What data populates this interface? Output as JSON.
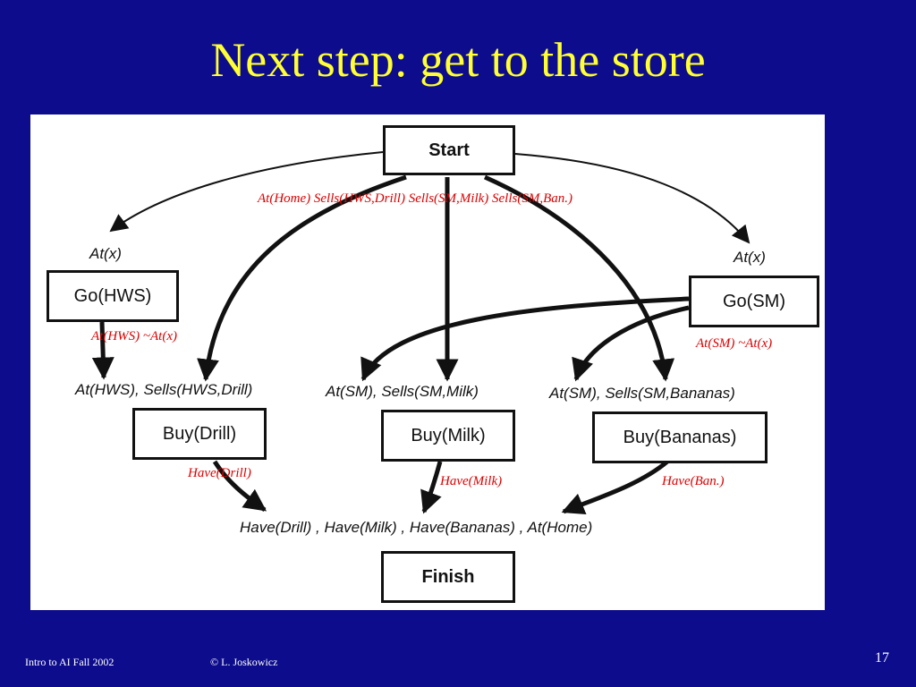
{
  "slide": {
    "title": "Next step: get to the store",
    "footer_left": "Intro to AI  Fall 2002",
    "footer_center": "© L. Joskowicz",
    "page_number": "17"
  },
  "diagram": {
    "nodes": {
      "start": "Start",
      "go_hws": "Go(HWS)",
      "go_sm": "Go(SM)",
      "buy_drill": "Buy(Drill)",
      "buy_milk": "Buy(Milk)",
      "buy_bananas": "Buy(Bananas)",
      "finish": "Finish"
    },
    "preconditions": {
      "at_x_left": "At(x)",
      "at_x_right": "At(x)",
      "drill": "At(HWS), Sells(HWS,Drill)",
      "milk": "At(SM), Sells(SM,Milk)",
      "bananas": "At(SM), Sells(SM,Bananas)",
      "goal": "Have(Drill) , Have(Milk) , Have(Bananas) , At(Home)"
    },
    "annotations": {
      "start_effects": "At(Home)  Sells(HWS,Drill) Sells(SM,Milk)  Sells(SM,Ban.)",
      "go_hws_effects": "At(HWS) ~At(x)",
      "go_sm_effects": "At(SM) ~At(x)",
      "have_drill": "Have(Drill)",
      "have_milk": "Have(Milk)",
      "have_ban": "Have(Ban.)"
    },
    "colors": {
      "background": "#0c0c8c",
      "title": "#ffff33",
      "annotation": "#dd0000"
    }
  }
}
